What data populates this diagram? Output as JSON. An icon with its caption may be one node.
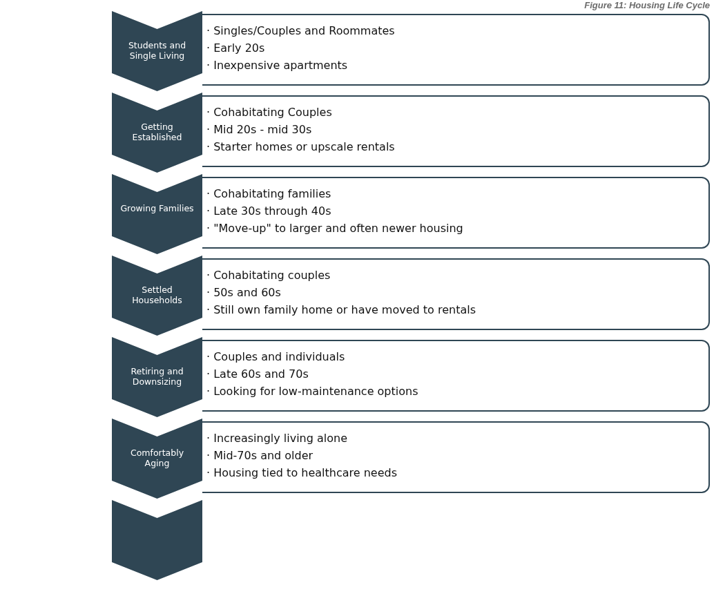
{
  "diagram": {
    "title": "Figure 11: Housing Life Cycle",
    "nodes": [
      {
        "text": [
          "Students and Single Living"
        ]
      },
      {
        "text": [
          "· Singles/Couples and Roommates",
          "· Early 20s",
          "· Inexpensive apartments"
        ]
      },
      {
        "text": [
          "Getting Established"
        ]
      },
      {
        "text": [
          "· Cohabitating Couples",
          "· Mid 20s - mid 30s",
          "· Starter homes or upscale rentals"
        ]
      },
      {
        "text": [
          "Growing Families"
        ]
      },
      {
        "text": [
          "· Cohabitating families",
          "· Late 30s through 40s",
          "· \"Move-up\" to larger and often newer housing"
        ]
      },
      {
        "text": [
          "Settled Households"
        ]
      },
      {
        "text": [
          "· Cohabitating couples",
          "· 50s and 60s",
          "· Still own family home or have moved to rentals"
        ]
      },
      {
        "text": [
          "Retiring and Downsizing"
        ]
      },
      {
        "text": [
          "· Couples and individuals",
          "· Late 60s and 70s",
          "· Looking for low-maintenance options"
        ]
      },
      {
        "text": [
          "Comfortably Aging"
        ]
      },
      {
        "text": [
          "· Increasingly living alone",
          "· Mid-70s and older",
          "· Housing tied to healthcare needs"
        ]
      },
      {
        "text": [],
        "shape": "chevron"
      }
    ]
  }
}
